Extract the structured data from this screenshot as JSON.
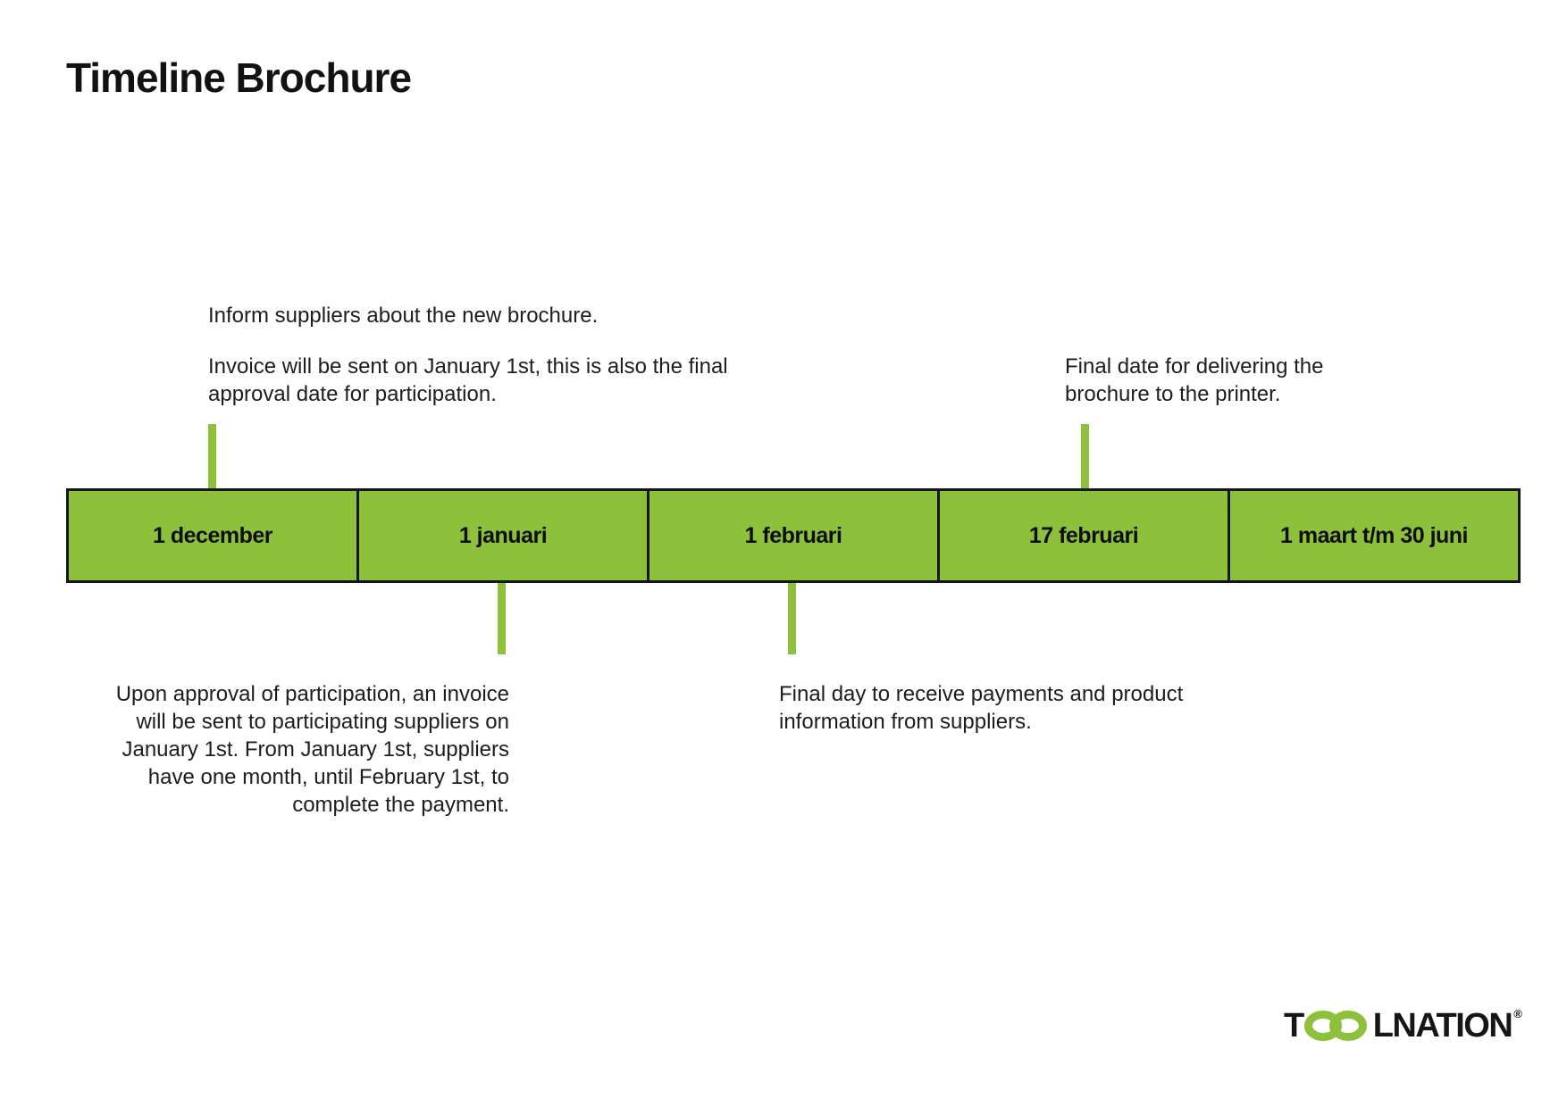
{
  "page": {
    "title": "Timeline Brochure"
  },
  "colors": {
    "timeline_green": "#8dc03b",
    "border_black": "#161616",
    "text_dark": "#1d1d1b"
  },
  "annotations": {
    "top_left_1": "Inform suppliers about the new brochure.",
    "top_left_2": "Invoice will be sent on January 1st, this is also the final approval date for participation.",
    "top_right": "Final date for delivering the brochure to the printer.",
    "bottom_left": "Upon approval of participation, an invoice will be sent to participating suppliers on January 1st. From January 1st, suppliers have one month, until February 1st, to complete the payment.",
    "bottom_right": "Final day to receive payments and product information from suppliers."
  },
  "timeline": {
    "segments": [
      "1 december",
      "1 januari",
      "1 februari",
      "17 februari",
      "1 maart t/m 30 juni"
    ]
  },
  "logo": {
    "prefix": "T",
    "suffix": "LNATION",
    "registered": "®",
    "chain_icon": "chain-links-icon"
  }
}
